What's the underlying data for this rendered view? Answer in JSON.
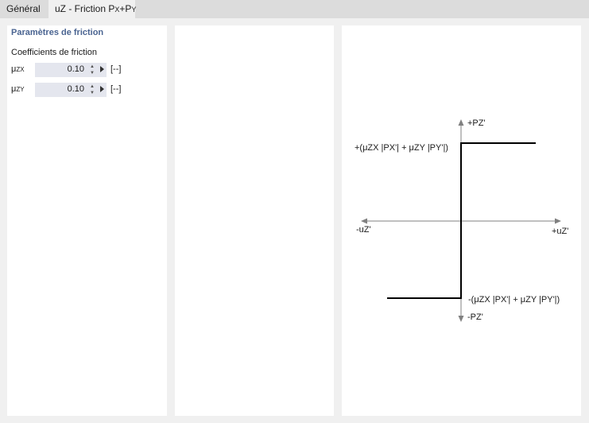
{
  "tabs": {
    "general_label": "Général",
    "friction_label_prefix": "uZ - Friction P",
    "friction_label_x": "X",
    "friction_label_plus": "+P",
    "friction_label_y": "Y"
  },
  "params": {
    "section_title": "Paramètres de friction",
    "group_label": "Coefficients de friction",
    "rows": [
      {
        "symbol": "μ",
        "subscript": "ZX",
        "value": "0.10",
        "unit": "[--]"
      },
      {
        "symbol": "μ",
        "subscript": "ZY",
        "value": "0.10",
        "unit": "[--]"
      }
    ]
  },
  "diagram": {
    "label_top": "+PZ'",
    "label_bottom": "-PZ'",
    "label_left": "-uZ'",
    "label_right": "+uZ'",
    "label_upper_level": "+(μZX |PX'| + μZY |PY'|)",
    "label_lower_level": "-(μZX |PX'| + μZY |PY'|)"
  },
  "colors": {
    "tabbar_bg": "#dcdcdc",
    "section_title": "#4a6491",
    "input_bg": "#e4e6ee",
    "axis": "#808080",
    "curve": "#000000"
  },
  "icons": {
    "spinner": "spinner-up-down-icon",
    "expand": "triangle-right-icon"
  }
}
